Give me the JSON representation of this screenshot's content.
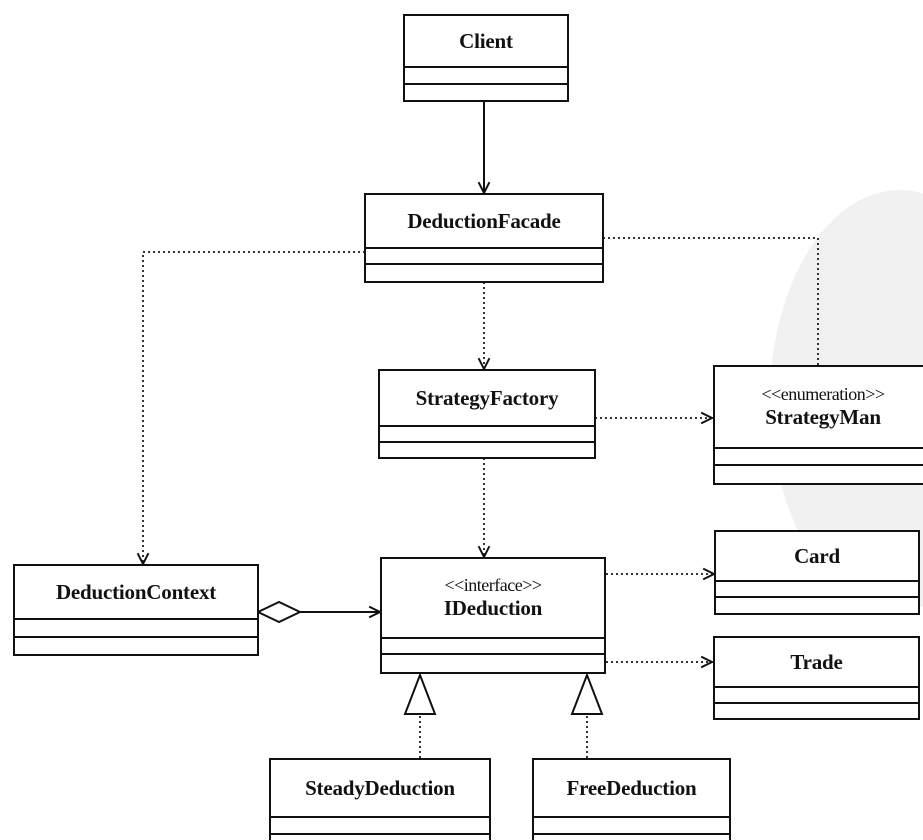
{
  "diagram": {
    "classes": [
      {
        "id": "client",
        "name": "Client",
        "stereotype": ""
      },
      {
        "id": "facade",
        "name": "DeductionFacade",
        "stereotype": ""
      },
      {
        "id": "factory",
        "name": "StrategyFactory",
        "stereotype": ""
      },
      {
        "id": "strategyman",
        "name": "StrategyMan",
        "stereotype": "<<enumeration>>"
      },
      {
        "id": "context",
        "name": "DeductionContext",
        "stereotype": ""
      },
      {
        "id": "ideduction",
        "name": "IDeduction",
        "stereotype": "<<interface>>"
      },
      {
        "id": "card",
        "name": "Card",
        "stereotype": ""
      },
      {
        "id": "trade",
        "name": "Trade",
        "stereotype": ""
      },
      {
        "id": "steady",
        "name": "SteadyDeduction",
        "stereotype": ""
      },
      {
        "id": "free",
        "name": "FreeDeduction",
        "stereotype": ""
      }
    ],
    "relations": [
      {
        "from": "client",
        "to": "facade",
        "kind": "association"
      },
      {
        "from": "facade",
        "to": "factory",
        "kind": "dependency"
      },
      {
        "from": "facade",
        "to": "context",
        "kind": "dependency"
      },
      {
        "from": "facade",
        "to": "strategyman",
        "kind": "dependency"
      },
      {
        "from": "factory",
        "to": "strategyman",
        "kind": "dependency"
      },
      {
        "from": "factory",
        "to": "ideduction",
        "kind": "dependency"
      },
      {
        "from": "context",
        "to": "ideduction",
        "kind": "aggregation"
      },
      {
        "from": "ideduction",
        "to": "card",
        "kind": "dependency"
      },
      {
        "from": "ideduction",
        "to": "trade",
        "kind": "dependency"
      },
      {
        "from": "steady",
        "to": "ideduction",
        "kind": "realization"
      },
      {
        "from": "free",
        "to": "ideduction",
        "kind": "realization"
      }
    ]
  }
}
